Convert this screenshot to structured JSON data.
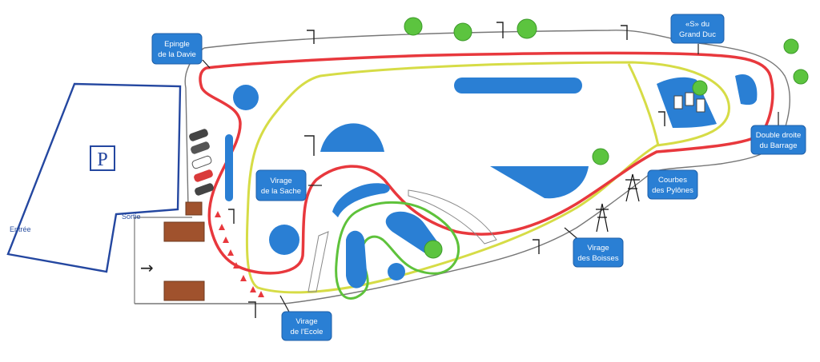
{
  "labels": {
    "epingle": [
      "Epingle",
      "de la Davie"
    ],
    "grand_duc": [
      "«S» du",
      "Grand Duc"
    ],
    "double_droite": [
      "Double droite",
      "du Barrage"
    ],
    "pylones": [
      "Courbes",
      "des Pylônes"
    ],
    "boisses": [
      "Virage",
      "des Boisses"
    ],
    "sache": [
      "Virage",
      "de la Sache"
    ],
    "ecole": [
      "Virage",
      "de l'Ecole"
    ]
  },
  "parking_symbol": "P",
  "entree": "Entrée",
  "sortie": "Sortie",
  "arrow": "→",
  "colors": {
    "circuit_red": "#e8383d",
    "circuit_yellow": "#d6dc46",
    "circuit_green": "#5ec23b",
    "water_blue": "#2a7fd4",
    "label_blue": "#2a7fd4",
    "parking_line": "#2447a0",
    "building_brown": "#a0522d",
    "tree_green": "#5cc43f"
  }
}
